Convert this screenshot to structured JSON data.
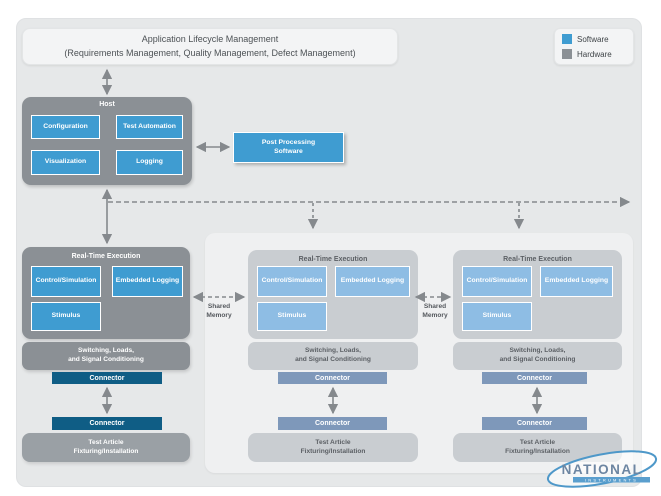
{
  "colors": {
    "software_blue": "#3f9cd1",
    "software_blue_light": "#8ebde4",
    "hardware_gray": "#8b9095",
    "hardware_gray_light": "#c9cdd1",
    "connector_navy": "#0f5d85",
    "connector_slate": "#7e98ba",
    "arrow_gray": "#85898d"
  },
  "alm": {
    "line1": "Application Lifecycle Management",
    "line2": "(Requirements Management, Quality Management, Defect Management)"
  },
  "legend": {
    "items": [
      {
        "label": "Software",
        "color": "#3f9cd1"
      },
      {
        "label": "Hardware",
        "color": "#8b9095"
      }
    ]
  },
  "host": {
    "title": "Host",
    "modules": [
      "Configuration",
      "Test Automation",
      "Visualization",
      "Logging"
    ]
  },
  "post_processing": {
    "label": "Post Processing\nSoftware"
  },
  "shared_memory": {
    "label": "Shared\nMemory"
  },
  "columns": [
    {
      "rte_title": "Real-Time Execution",
      "modules": [
        "Control/Simulation",
        "Embedded Logging",
        "Stimulus"
      ],
      "switching": "Switching, Loads,\nand Signal Conditioning",
      "connector_top": "Connector",
      "connector_bottom": "Connector",
      "test_article": "Test Article\nFixturing/Installation"
    },
    {
      "rte_title": "Real-Time Execution",
      "modules": [
        "Control/Simulation",
        "Embedded Logging",
        "Stimulus"
      ],
      "switching": "Switching, Loads,\nand Signal Conditioning",
      "connector_top": "Connector",
      "connector_bottom": "Connector",
      "test_article": "Test Article\nFixturing/Installation"
    },
    {
      "rte_title": "Real-Time Execution",
      "modules": [
        "Control/Simulation",
        "Embedded Logging",
        "Stimulus"
      ],
      "switching": "Switching, Loads,\nand Signal Conditioning",
      "connector_top": "Connector",
      "connector_bottom": "Connector",
      "test_article": "Test Article\nFixturing/Installation"
    }
  ],
  "logo": {
    "name": "NATIONAL",
    "sub": "INSTRUMENTS"
  }
}
